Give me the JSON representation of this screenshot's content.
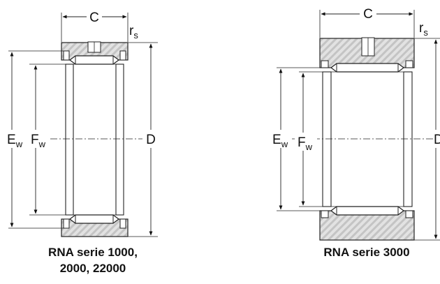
{
  "left_bearing": {
    "caption_line1": "RNA serie 1000,",
    "caption_line2": "2000, 22000",
    "labels": {
      "width": "C",
      "fillet_main": "r",
      "fillet_sub": "s",
      "outer_diameter": "D",
      "raceway_e_main": "E",
      "raceway_e_sub": "w",
      "raceway_f_main": "F",
      "raceway_f_sub": "w"
    }
  },
  "right_bearing": {
    "caption": "RNA serie 3000",
    "labels": {
      "width": "C",
      "fillet_main": "r",
      "fillet_sub": "s",
      "outer_diameter": "D",
      "raceway_e_main": "E",
      "raceway_e_sub": "w",
      "raceway_f_main": "F",
      "raceway_f_sub": "w"
    }
  }
}
